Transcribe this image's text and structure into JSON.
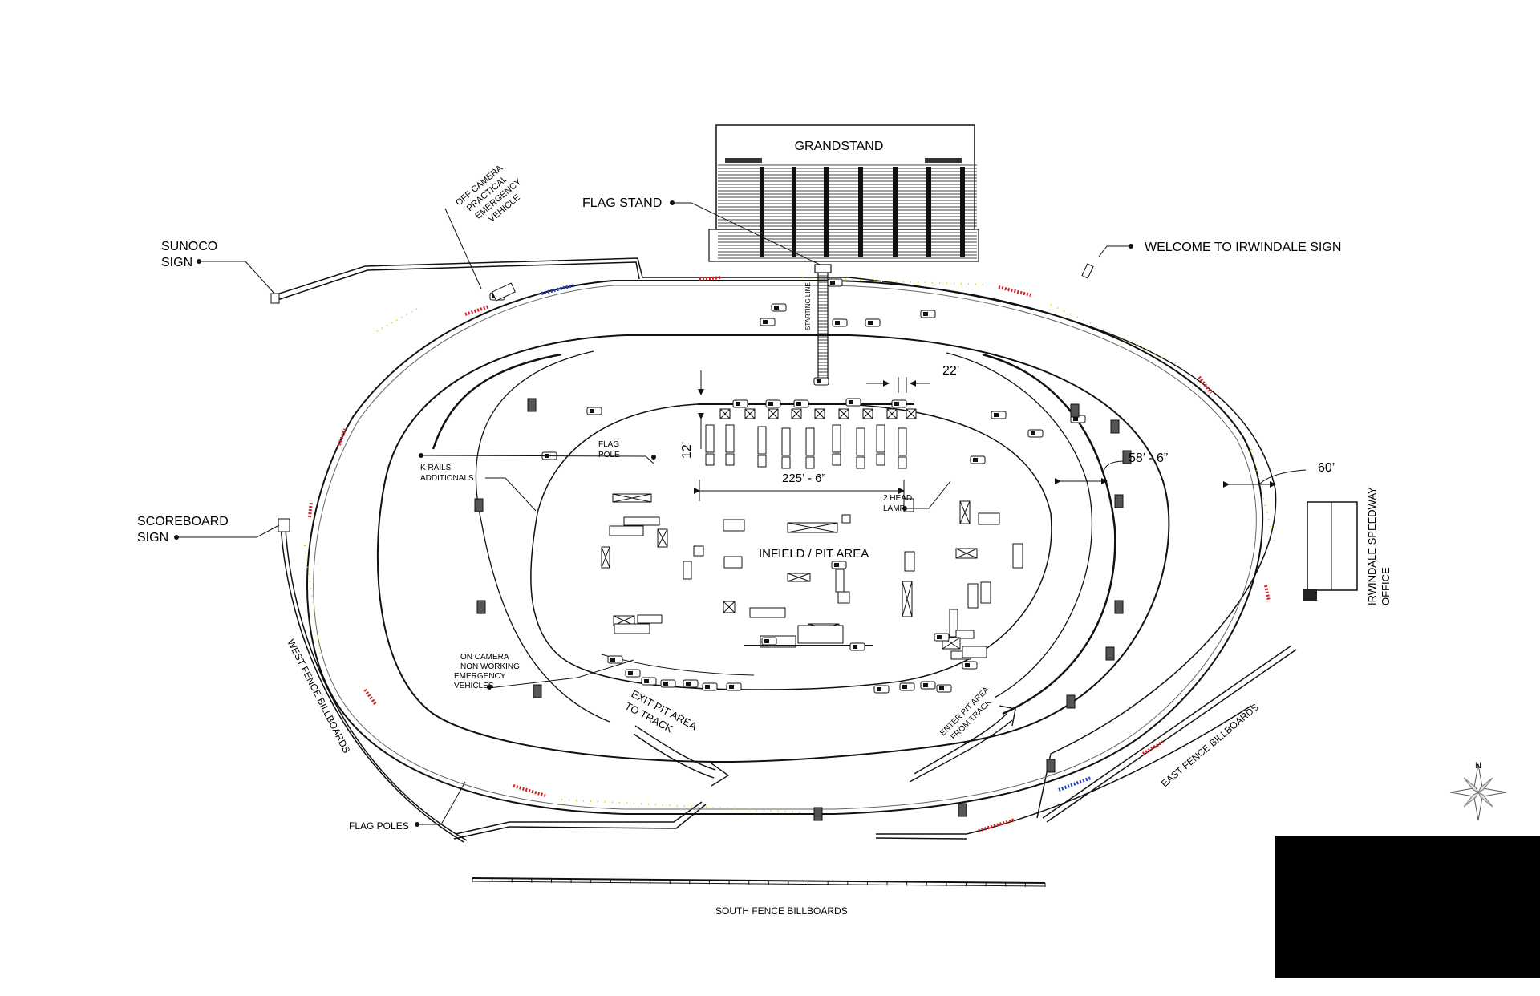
{
  "labels": {
    "grandstand": "GRANDSTAND",
    "flag_stand": "FLAG STAND",
    "starting_line": "STARTING LINE",
    "sunoco_sign": [
      "SUNOCO",
      "SIGN"
    ],
    "welcome_sign": "WELCOME TO IRWINDALE SIGN",
    "off_camera": [
      "OFF CAMERA",
      "PRACTICAL",
      "EMERGENCY",
      "VEHICLE"
    ],
    "scoreboard_sign": [
      "SCOREBOARD",
      "SIGN"
    ],
    "k_rails": [
      "K RAILS",
      "ADDITIONALS"
    ],
    "flag_pole": [
      "FLAG",
      "POLE"
    ],
    "head_lamp": [
      "2 HEAD",
      "LAMP"
    ],
    "infield": "INFIELD / PIT AREA",
    "on_camera": [
      "ON CAMERA",
      "NON WORKING",
      "EMERGENCY",
      "VEHICLES"
    ],
    "exit_pit": [
      "EXIT PIT AREA",
      "TO TRACK"
    ],
    "enter_pit": [
      "ENTER PIT AREA",
      "FROM TRACK"
    ],
    "west_fence": "WEST FENCE BILLBOARDS",
    "east_fence": "EAST FENCE BILLBOARDS",
    "flag_poles": "FLAG POLES",
    "south_fence": "SOUTH FENCE BILLBOARDS",
    "office": [
      "IRWINDALE SPEEDWAY",
      "OFFICE"
    ],
    "compass_n": "N"
  },
  "dimensions": {
    "d22": "22’",
    "d12": "12’",
    "d225": "225’ - 6”",
    "d58": "58’ - 6”",
    "d60": "60’"
  },
  "colors": {
    "line": "#111111",
    "accent_red": "#d42020",
    "accent_blue": "#1f3fbf",
    "accent_yellow": "#e0c020",
    "redaction": "#000000"
  }
}
